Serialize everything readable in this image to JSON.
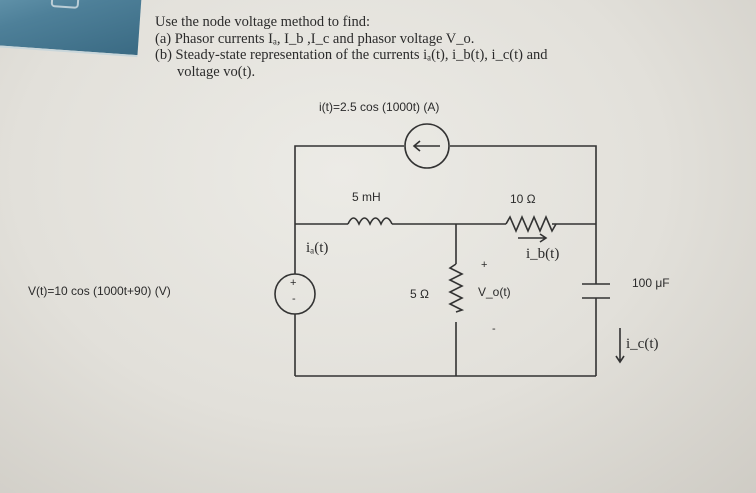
{
  "problem": {
    "line1": "Use the node voltage method to find:",
    "line2": "(a) Phasor currents Iₐ, I_b ,I_c and phasor voltage V_o.",
    "line3": "(b) Steady-state representation of the currents iₐ(t), i_b(t), i_c(t) and",
    "line4": "voltage vo(t)."
  },
  "circuit": {
    "current_source_label": "i(t)=2.5 cos (1000t) (A)",
    "voltage_source_label": "V(t)=10 cos (1000t+90) (V)",
    "voltage_source_plus": "+",
    "voltage_source_minus": "-",
    "inductor_label": "5 mH",
    "resistor_10_label": "10 Ω",
    "resistor_5_label": "5 Ω",
    "capacitor_label": "100 μF",
    "ia_label": "iₐ(t)",
    "ib_label": "i_b(t)",
    "ic_label": "i_c(t)",
    "vo_label": "V_o(t)",
    "vo_plus": "+",
    "vo_minus": "-"
  }
}
